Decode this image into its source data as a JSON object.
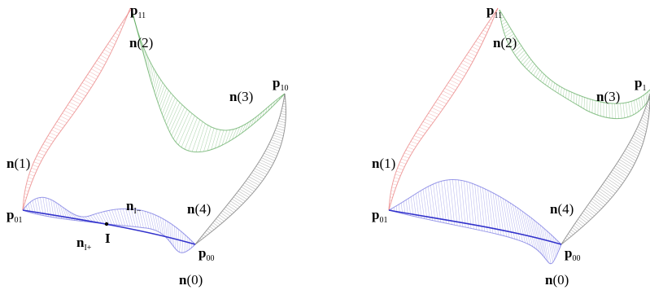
{
  "colors": {
    "red_band": "#e87878",
    "green_band": "#5aa85a",
    "gray_band": "#6f6f6f",
    "blue_band": "#6d6de0",
    "blue_curve": "#3333cc"
  },
  "left_panel": {
    "labels": {
      "p11": {
        "base": "p",
        "sub": "11"
      },
      "p10": {
        "base": "p",
        "sub": "10"
      },
      "p01": {
        "base": "p",
        "sub": "01"
      },
      "p00": {
        "base": "p",
        "sub": "00"
      },
      "n2": {
        "base": "n",
        "rest": "(2)"
      },
      "n3": {
        "base": "n",
        "rest": "(3)"
      },
      "n1": {
        "base": "n",
        "rest": "(1)"
      },
      "n4": {
        "base": "n",
        "rest": "(4)"
      },
      "n0": {
        "base": "n",
        "rest": "(0)"
      },
      "nIminus": {
        "base": "n",
        "sub": "I−"
      },
      "nIplus": {
        "base": "n",
        "sub": "I+"
      },
      "I": {
        "base": "I"
      }
    }
  },
  "right_panel": {
    "labels": {
      "p11": {
        "base": "p",
        "sub": "11"
      },
      "p10": {
        "base": "p",
        "sub": "1"
      },
      "p01": {
        "base": "p",
        "sub": "01"
      },
      "p00": {
        "base": "p",
        "sub": "00"
      },
      "n2": {
        "base": "n",
        "rest": "(2)"
      },
      "n3": {
        "base": "n",
        "rest": "(3)"
      },
      "n1": {
        "base": "n",
        "rest": "(1)"
      },
      "n4": {
        "base": "n",
        "rest": "(4)"
      },
      "n0": {
        "base": "n",
        "rest": "(0)"
      }
    }
  }
}
